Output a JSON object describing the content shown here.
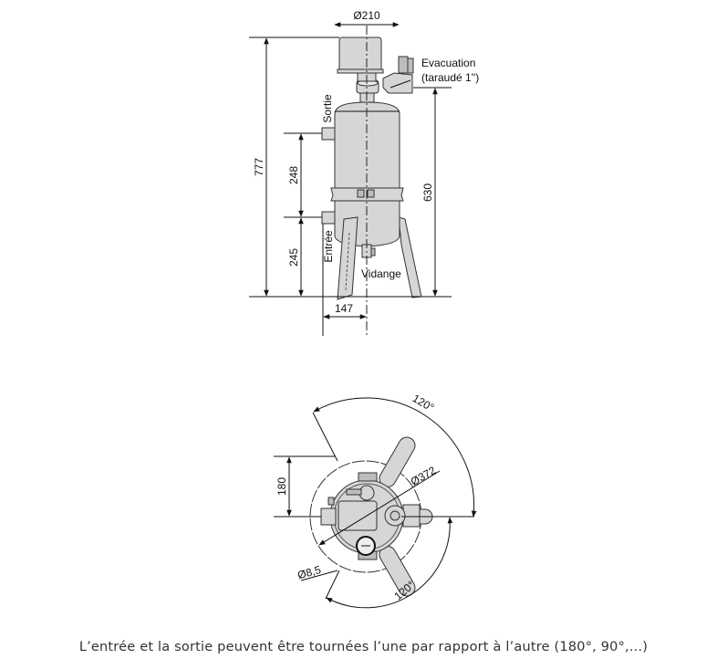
{
  "side_view": {
    "diameter_top": "Ø210",
    "evacuation_line1": "Evacuation",
    "evacuation_line2": "(taraudé 1'')",
    "outlet_label": "Sortie",
    "inlet_label": "Entrée",
    "drain_label": "Vidange",
    "height_total": "777",
    "height_outlet_spacing": "248",
    "height_inlet": "245",
    "height_evacuation": "630",
    "offset_inlet": "147"
  },
  "top_view": {
    "angle_upper": "120°",
    "angle_lower": "120°",
    "diameter_feet": "Ø372",
    "leg_spacing": "180",
    "hole_diameter": "Ø8,5"
  },
  "caption": "L’entrée et la sortie peuvent être tournées l’une par rapport à l’autre (180°, 90°,...)"
}
